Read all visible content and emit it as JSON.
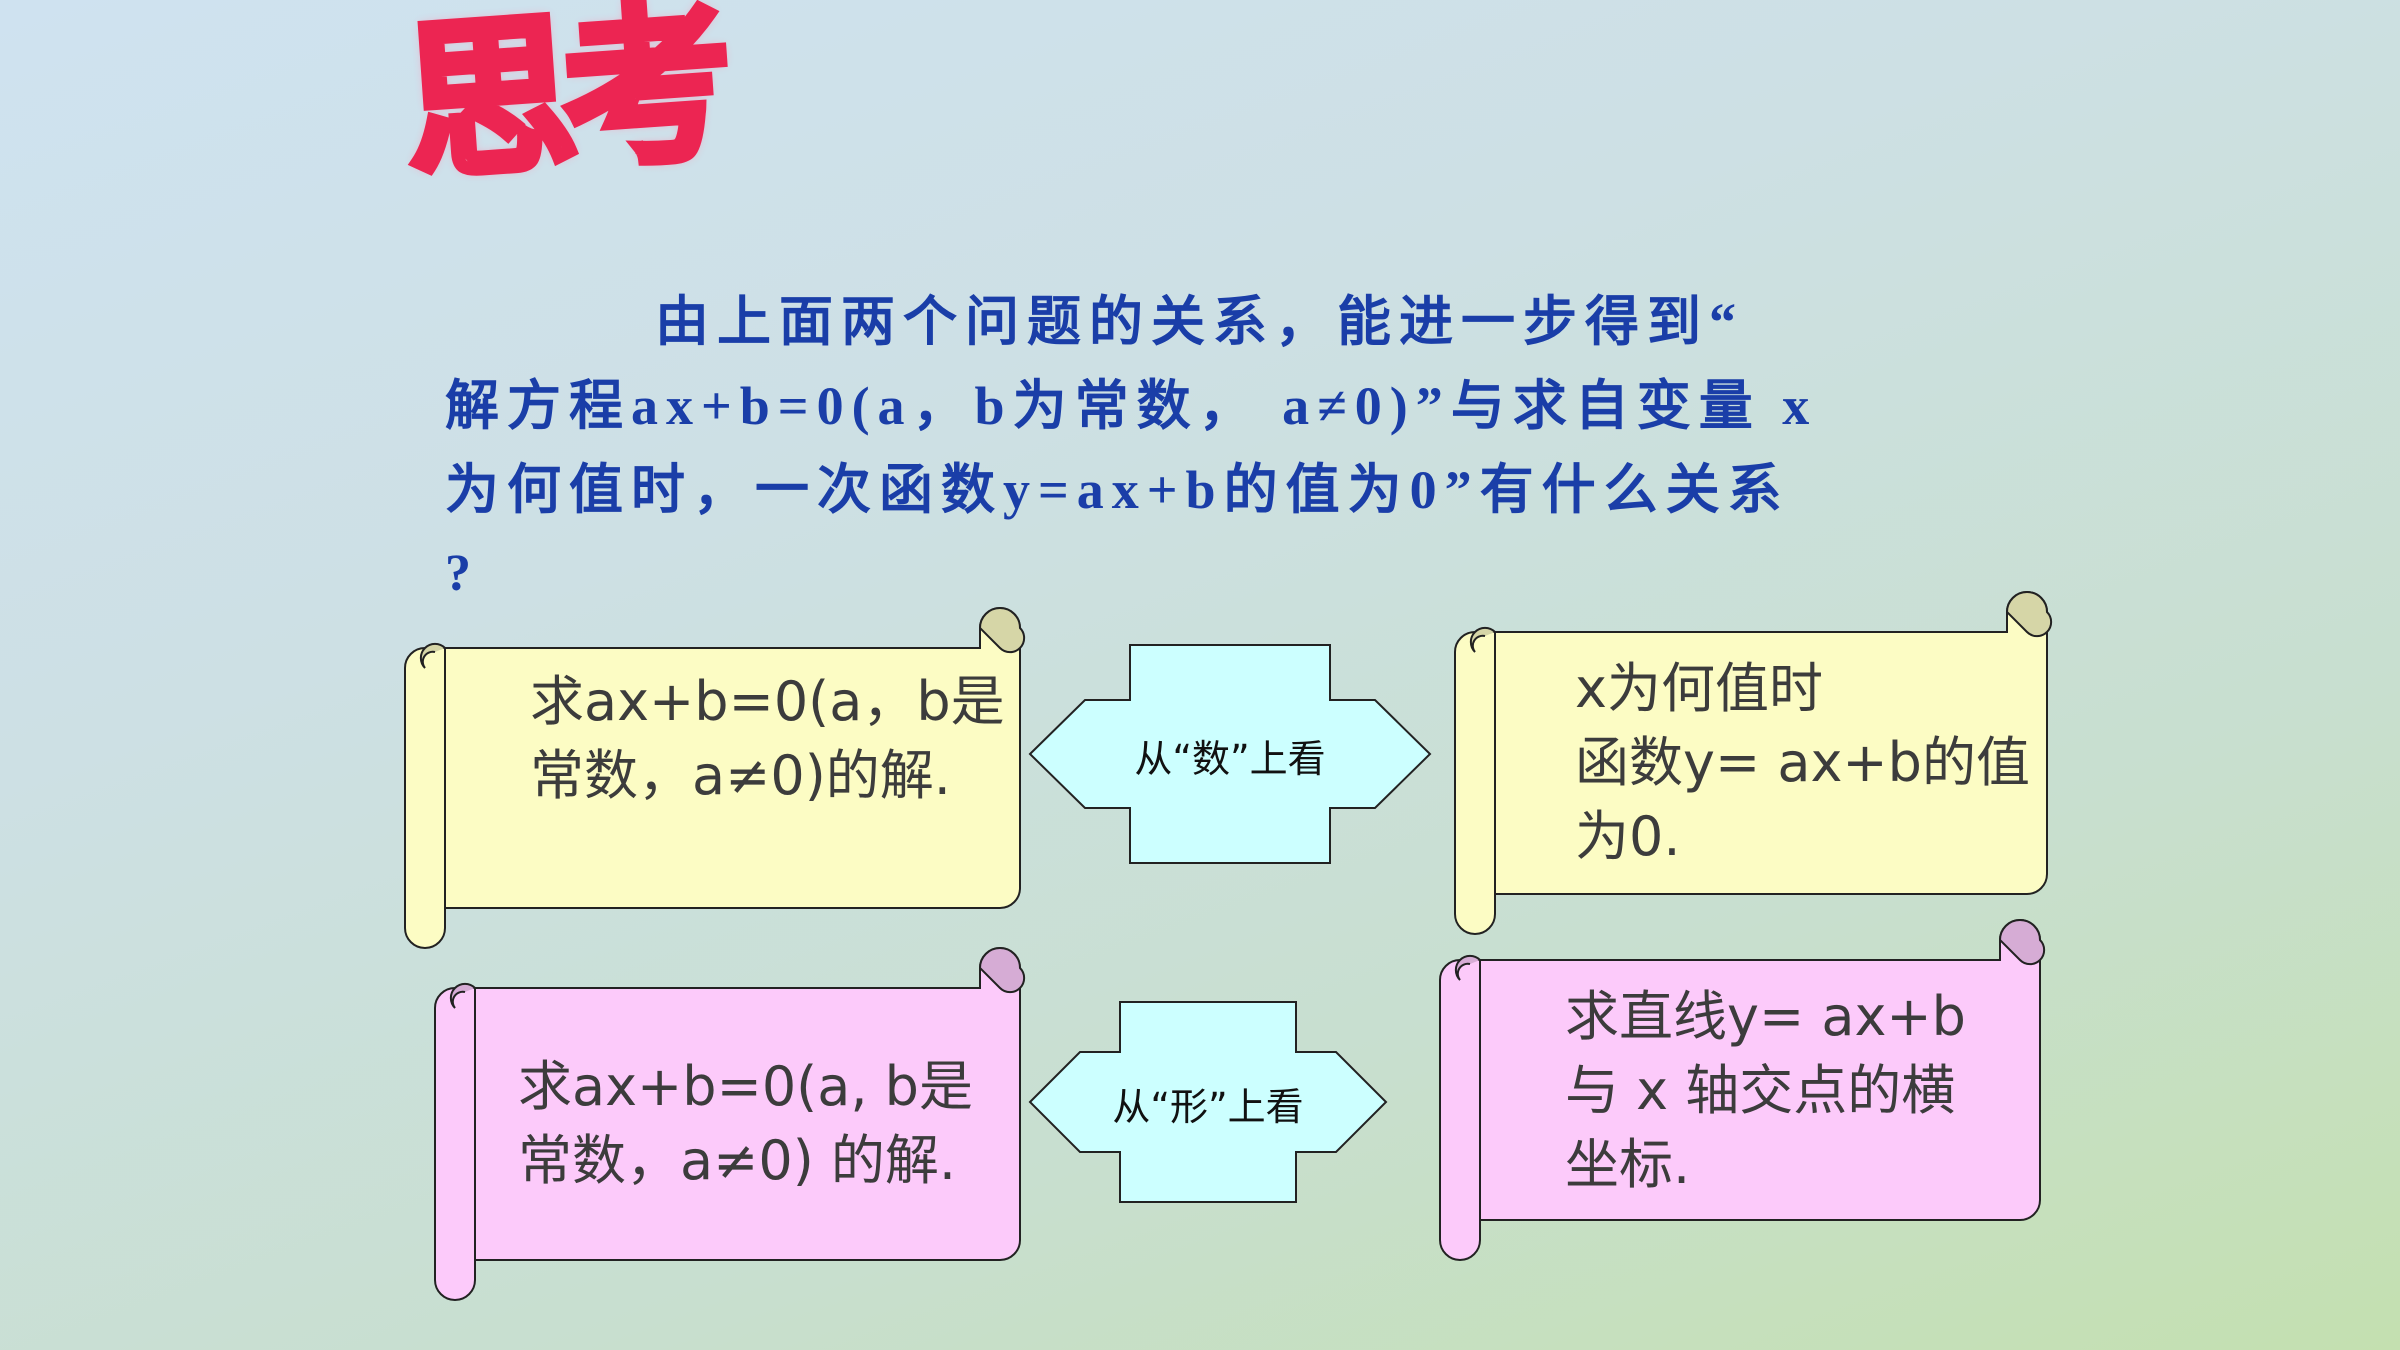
{
  "title": "思考",
  "question": {
    "line1": "由上面两个问题的关系，能进一步得到“",
    "line2": "解方程ax+b=0(a，b为常数， a≠0)”与求自变量 x",
    "line3": "为何值时，一次函数y=ax+b的值为0”有什么关系",
    "line4": "?"
  },
  "scrolls": {
    "top_left": {
      "line1": "求ax+b=0(a，b是",
      "line2": "常数，a≠0)的解."
    },
    "top_right": {
      "line1": "x为何值时",
      "line2": "函数y= ax+b的值",
      "line3": "为0."
    },
    "bottom_left": {
      "line1": "求ax+b=0(a, b是",
      "line2": "常数，a≠0) 的解."
    },
    "bottom_right": {
      "line1": "求直线y= ax+b",
      "line2": "与 x 轴交点的横",
      "line3": "坐标."
    }
  },
  "arrows": {
    "top": "从“数”上看",
    "bottom": "从“形”上看"
  },
  "colors": {
    "scroll_yellow": "#fcfcc4",
    "scroll_pink": "#fccafa",
    "arrow_fill": "#ccffff",
    "question_text": "#1a3ea8",
    "title_stroke": "#ec2552"
  }
}
